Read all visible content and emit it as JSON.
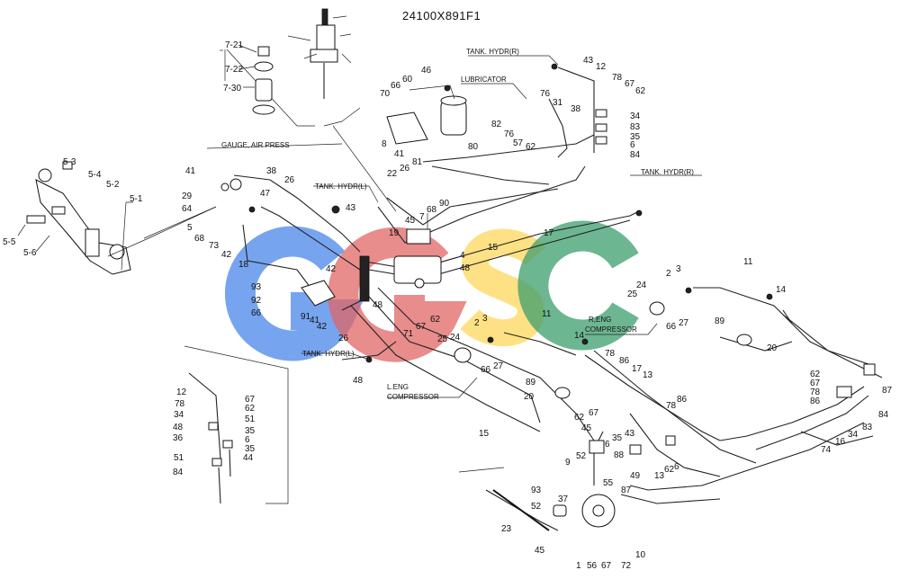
{
  "title": "24100X891F1",
  "watermark": {
    "letters": [
      "G",
      "G",
      "S",
      "C"
    ],
    "colors": [
      "#4a86e8",
      "#e06666",
      "#ffd966",
      "#3c9e6e"
    ]
  },
  "annotations": {
    "tank_hydr_r_top": "TANK. HYDR(R)",
    "lubricator": "LUBRICATOR",
    "gauge_air_press": "GAUGE, AIR PRESS",
    "tank_hydr_l_mid": "TANK. HYDR(L)",
    "tank_hydr_r_right": "TANK. HYDR(R)",
    "r_eng_compressor_1": "R,ENG",
    "r_eng_compressor_2": "COMPRESSOR",
    "tank_hydr_l_low": "TANK. HYDR(L)",
    "l_eng_compressor_1": "L.ENG",
    "l_eng_compressor_2": "COMPRESSOR"
  },
  "labels": [
    "7-21",
    "7-22",
    "7-30",
    "5-3",
    "5-4",
    "5-2",
    "5-1",
    "5-5",
    "5-6",
    "41",
    "38",
    "29",
    "64",
    "5",
    "68",
    "73",
    "42",
    "26",
    "47",
    "18",
    "70",
    "66",
    "60",
    "46",
    "8",
    "41",
    "81",
    "22",
    "26",
    "80",
    "76",
    "31",
    "82",
    "76",
    "57",
    "62",
    "38",
    "43",
    "12",
    "78",
    "67",
    "62",
    "34",
    "83",
    "35",
    "6",
    "84",
    "43",
    "19",
    "45",
    "7",
    "68",
    "90",
    "15",
    "4",
    "48",
    "17",
    "42",
    "93",
    "92",
    "66",
    "91",
    "41",
    "42",
    "26",
    "48",
    "71",
    "67",
    "62",
    "2",
    "3",
    "24",
    "25",
    "11",
    "14",
    "66",
    "27",
    "89",
    "20",
    "11",
    "14",
    "25",
    "24",
    "2",
    "3",
    "66",
    "27",
    "48",
    "78",
    "86",
    "17",
    "13",
    "89",
    "20",
    "62",
    "45",
    "67",
    "78",
    "86",
    "12",
    "67",
    "78",
    "62",
    "34",
    "51",
    "48",
    "35",
    "36",
    "6",
    "35",
    "51",
    "44",
    "84",
    "15",
    "6",
    "43",
    "9",
    "52",
    "35",
    "49",
    "13",
    "62",
    "6",
    "88",
    "55",
    "87",
    "93",
    "37",
    "52",
    "23",
    "45",
    "1",
    "56",
    "67",
    "72",
    "10",
    "62",
    "67",
    "78",
    "86",
    "87",
    "84",
    "83",
    "34",
    "16",
    "74"
  ]
}
